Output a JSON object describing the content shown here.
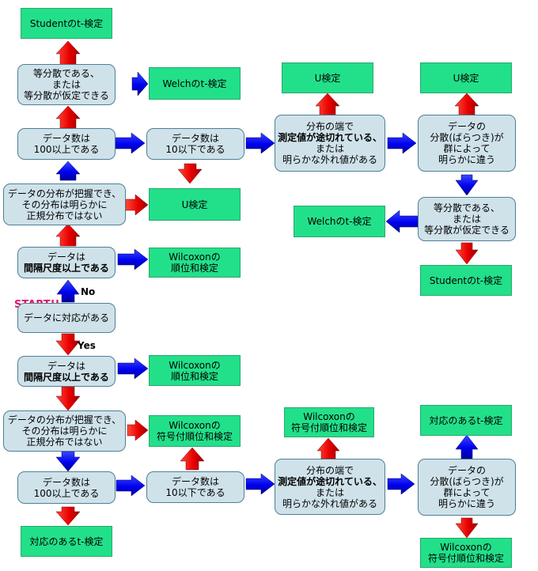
{
  "nodes": {
    "res_student_top": [
      "Studentのt-検定"
    ],
    "q_equal_var_top": [
      "等分散である、",
      "または",
      "等分散が仮定できる"
    ],
    "res_welch_top": [
      "Welchのt-検定"
    ],
    "q_n100_top": [
      "データ数は",
      "100以上である"
    ],
    "q_n10_top": [
      "データ数は",
      "10以下である"
    ],
    "q_tail_top": [
      "分布の端で",
      "測定値が途切れている、",
      "または",
      "明らかな外れ値がある"
    ],
    "res_u_mid": [
      "U検定"
    ],
    "res_u_right": [
      "U検定"
    ],
    "q_disp_top": [
      "データの",
      "分散(ばらつき)が",
      "群によって",
      "明らかに違う"
    ],
    "q_dist_top": [
      "データの分布が把握でき、",
      "その分布は明らかに",
      "正規分布ではない"
    ],
    "res_u_left": [
      "U検定"
    ],
    "q_equal_var_right": [
      "等分散である、",
      "または",
      "等分散が仮定できる"
    ],
    "res_welch_right": [
      "Welchのt-検定"
    ],
    "q_interval_top": [
      "データは",
      "間隔尺度以上である"
    ],
    "res_wilcoxon_rank_top": [
      "Wilcoxonの",
      "順位和検定"
    ],
    "res_student_right": [
      "Studentのt-検定"
    ],
    "q_paired": [
      "データに対応がある"
    ],
    "q_interval_bot": [
      "データは",
      "間隔尺度以上である"
    ],
    "res_wilcoxon_rank_bot": [
      "Wilcoxonの",
      "順位和検定"
    ],
    "q_dist_bot": [
      "データの分布が把握でき、",
      "その分布は明らかに",
      "正規分布ではない"
    ],
    "res_wilcoxon_signed_left": [
      "Wilcoxonの",
      "符号付順位和検定"
    ],
    "res_wilcoxon_signed_mid": [
      "Wilcoxonの",
      "符号付順位和検定"
    ],
    "res_paired_t_right": [
      "対応のあるt-検定"
    ],
    "q_n100_bot": [
      "データ数は",
      "100以上である"
    ],
    "q_n10_bot": [
      "データ数は",
      "10以下である"
    ],
    "q_tail_bot": [
      "分布の端で",
      "測定値が途切れている、",
      "または",
      "明らかな外れ値がある"
    ],
    "q_disp_bot": [
      "データの",
      "分散(ばらつき)が",
      "群によって",
      "明らかに違う"
    ],
    "res_paired_t_left": [
      "対応のあるt-検定"
    ],
    "res_wilcoxon_signed_right": [
      "Wilcoxonの",
      "符号付順位和検定"
    ]
  },
  "labels": {
    "start": "START!!",
    "no": "No",
    "yes": "Yes"
  },
  "colors": {
    "yes_arrow": "#0000ee",
    "no_arrow": "#ee0000",
    "question_fill": "#cfe2ea",
    "result_fill": "#22e08a",
    "start_text": "#e8106a"
  }
}
